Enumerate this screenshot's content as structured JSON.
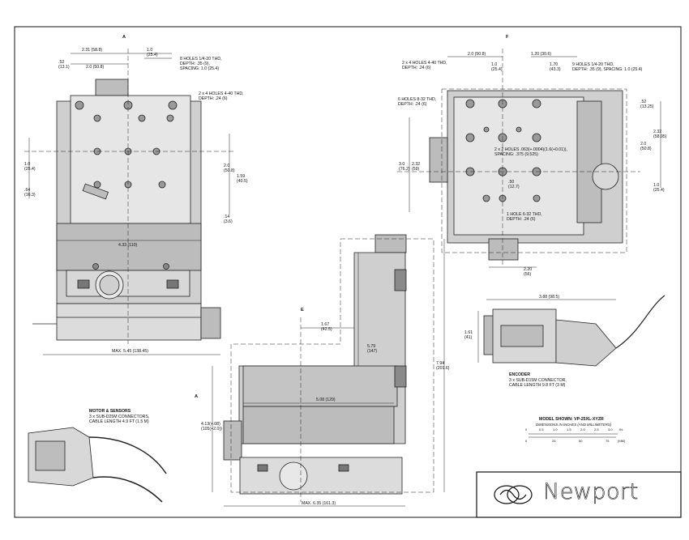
{
  "view_labels": {
    "a": "A",
    "f": "F",
    "e": "E"
  },
  "dims_view_a": {
    "d231": "2.31 (58.8)",
    "d10a": "1.0\n(25.4)",
    "d52": ".52\n(13.1)",
    "d20": "2.0 (50.8)",
    "holes_8": "8 HOLES 1/4-20 THD,\nDEPTH: .35 (9),\nSPACING: 1.0 (25.4)",
    "holes_2x4": "2 x 4 HOLES 4-40 THD,\nDEPTH: .24 (6)",
    "d10b": "1.0\n(25.4)",
    "d64": ".64\n(16.3)",
    "d20v": "2.0\n(50.8)",
    "d159": "1.59\n(40.5)",
    "d14": ".14\n(3.6)",
    "d433": "4.33 (110)",
    "dmax545": "MAX. 5.45 (138.45)"
  },
  "dims_view_f": {
    "d20": "2.0 (50.8)",
    "d120": "1.20 (30.6)",
    "holes_2x4": "2 x 4 HOLES 4-40 THD,\nDEPTH: .24 (6)",
    "d10": "1.0\n(25.4)",
    "d170": "1.70\n(43.3)",
    "holes_9": "9 HOLES 1/4-20 THD,\nDEPTH: .35 (9), SPACING: 1.0 (25.4)",
    "holes_6": "6 HOLES 8-32 THD,\nDEPTH: .24 (6)",
    "holes_2x2": "2 x 2 HOLES .063(+.0004)(1.6(+0.01)),\nSPACING: .375 (9.525)",
    "d30": "3.0\n(76.2)",
    "d232a": "2.32\n(59)",
    "d50": ".50\n(12.7)",
    "hole_1": "1 HOLE 6-32 THD,\nDEPTH: .24 (6)",
    "d52": ".52\n(13.25)",
    "d232b": "2.32\n(58.95)",
    "d20v": "2.0\n(50.8)",
    "d10v": "1.0\n(25.4)",
    "d220": "2.20\n(56)"
  },
  "dims_main": {
    "d167": "1.67\n(42.5)",
    "d579": "5.79\n(147)",
    "d794": "7.94\n(201.6)",
    "d508": "5.08 (129)",
    "d413": "4.13(+.08)\n(105(+2.0))",
    "dmax635": "MAX. 6.35 (161.3)"
  },
  "encoder": {
    "d388": "3.88 (98.5)",
    "d161": "1.61\n(41)",
    "title": "ENCODER",
    "desc": "3 x SUB-D15M CONNECTOR,\nCABLE LENGTH 9.8 FT (3 M)"
  },
  "motor": {
    "title": "MOTOR & SENSORS",
    "desc": "3 x SUB-D25M CONNECTORS,\nCABLE LENGTH 4.9 FT (1.5 M)"
  },
  "model": {
    "title": "MODEL SHOWN: VP-25XL-XYZR",
    "subtitle": "DIMENSIONS IN INCHES (AND MILLIMETERS)",
    "inch_ticks": [
      "0",
      "0.5",
      "1.0",
      "1.5",
      "2.0",
      "2.5",
      "3.0",
      "IN."
    ],
    "mm_ticks": [
      "0",
      "25",
      "50",
      "75",
      "(MM)"
    ]
  },
  "logo": {
    "text": "Newport"
  }
}
